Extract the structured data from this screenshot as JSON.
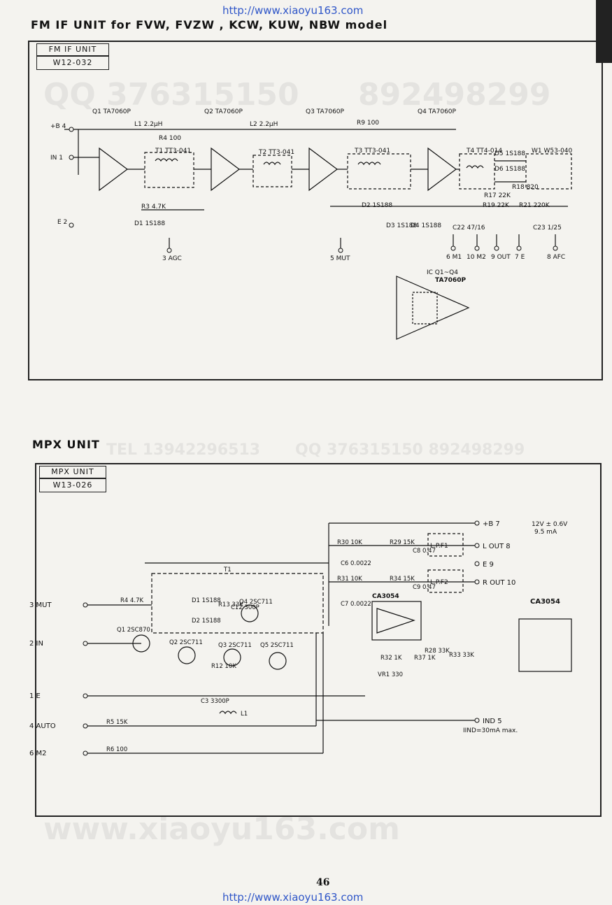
{
  "watermark_url_top": "http://www.xiaoyu163.com",
  "watermark_url_bottom": "http://www.xiaoyu163.com",
  "fm_if": {
    "heading": "FM IF UNIT  for FVW, FVZW , KCW, KUW, NBW model",
    "tag_name": "FM IF UNIT",
    "tag_part": "W12-032",
    "ics": [
      "Q1 TA7060P",
      "Q2 TA7060P",
      "Q3 TA7060P",
      "Q4 TA7060P"
    ],
    "ic_inset_title": "IC Q1~Q4",
    "ic_inset_part": "TA7060P",
    "terminals": [
      "+B 4",
      "IN 1",
      "E 2",
      "3 AGC",
      "5 MUT",
      "6 M1",
      "10 M2",
      "9 OUT",
      "7 E",
      "8 AFC"
    ],
    "parts": [
      "L1 2.2μH",
      "L2 2.2μH",
      "R4 100",
      "R9 100",
      "R3 4.7K",
      "T1 TT3-041",
      "T2 TT3-041",
      "T3 TT3-041",
      "T4 TT4-014",
      "W1 W53-040",
      "D1 1S188",
      "D2 1S188",
      "D3 1S188",
      "D4 1S188",
      "D5 1S188",
      "D6 1S188",
      "R17 22K",
      "R18 820",
      "R19 22K",
      "R21 220K",
      "C22 47/16",
      "C23 1/25"
    ]
  },
  "mpx": {
    "heading": "MPX UNIT",
    "tag_name": "MPX UNIT",
    "tag_part": "W13-026",
    "supply_note": "12V ± 0.6V",
    "current_note": "9.5 mA",
    "ind_note": "IIND=30mA max.",
    "ic_label": "CA3054",
    "ic_inset_label": "CA3054",
    "transistors": [
      "Q1 2SC870",
      "Q2 2SC711",
      "Q3 2SC711",
      "Q4 2SC711",
      "Q5 2SC711"
    ],
    "terminals": [
      "3 MUT",
      "2 IN",
      "1 E",
      "4 AUTO",
      "6 M2",
      "+B 7",
      "L OUT 8",
      "E 9",
      "R OUT 10",
      "IND 5"
    ],
    "lpf": [
      "L.P.F1",
      "L.P.F2"
    ],
    "parts": [
      "R4 4.7K",
      "R30 10K",
      "R31 10K",
      "R29 15K",
      "R34 15K",
      "C6 0.0022",
      "C7 0.0022",
      "C8 0.47",
      "C9 0.47",
      "D1 1S188",
      "D2 1S188",
      "R12 10K",
      "R13 33K",
      "C12 300P",
      "T1",
      "R32 1K",
      "R37 1K",
      "R28 33K",
      "R33 33K",
      "VR1 330",
      "C3 3300P",
      "L1",
      "R5 15K",
      "R6 100"
    ]
  },
  "page_number": "46"
}
